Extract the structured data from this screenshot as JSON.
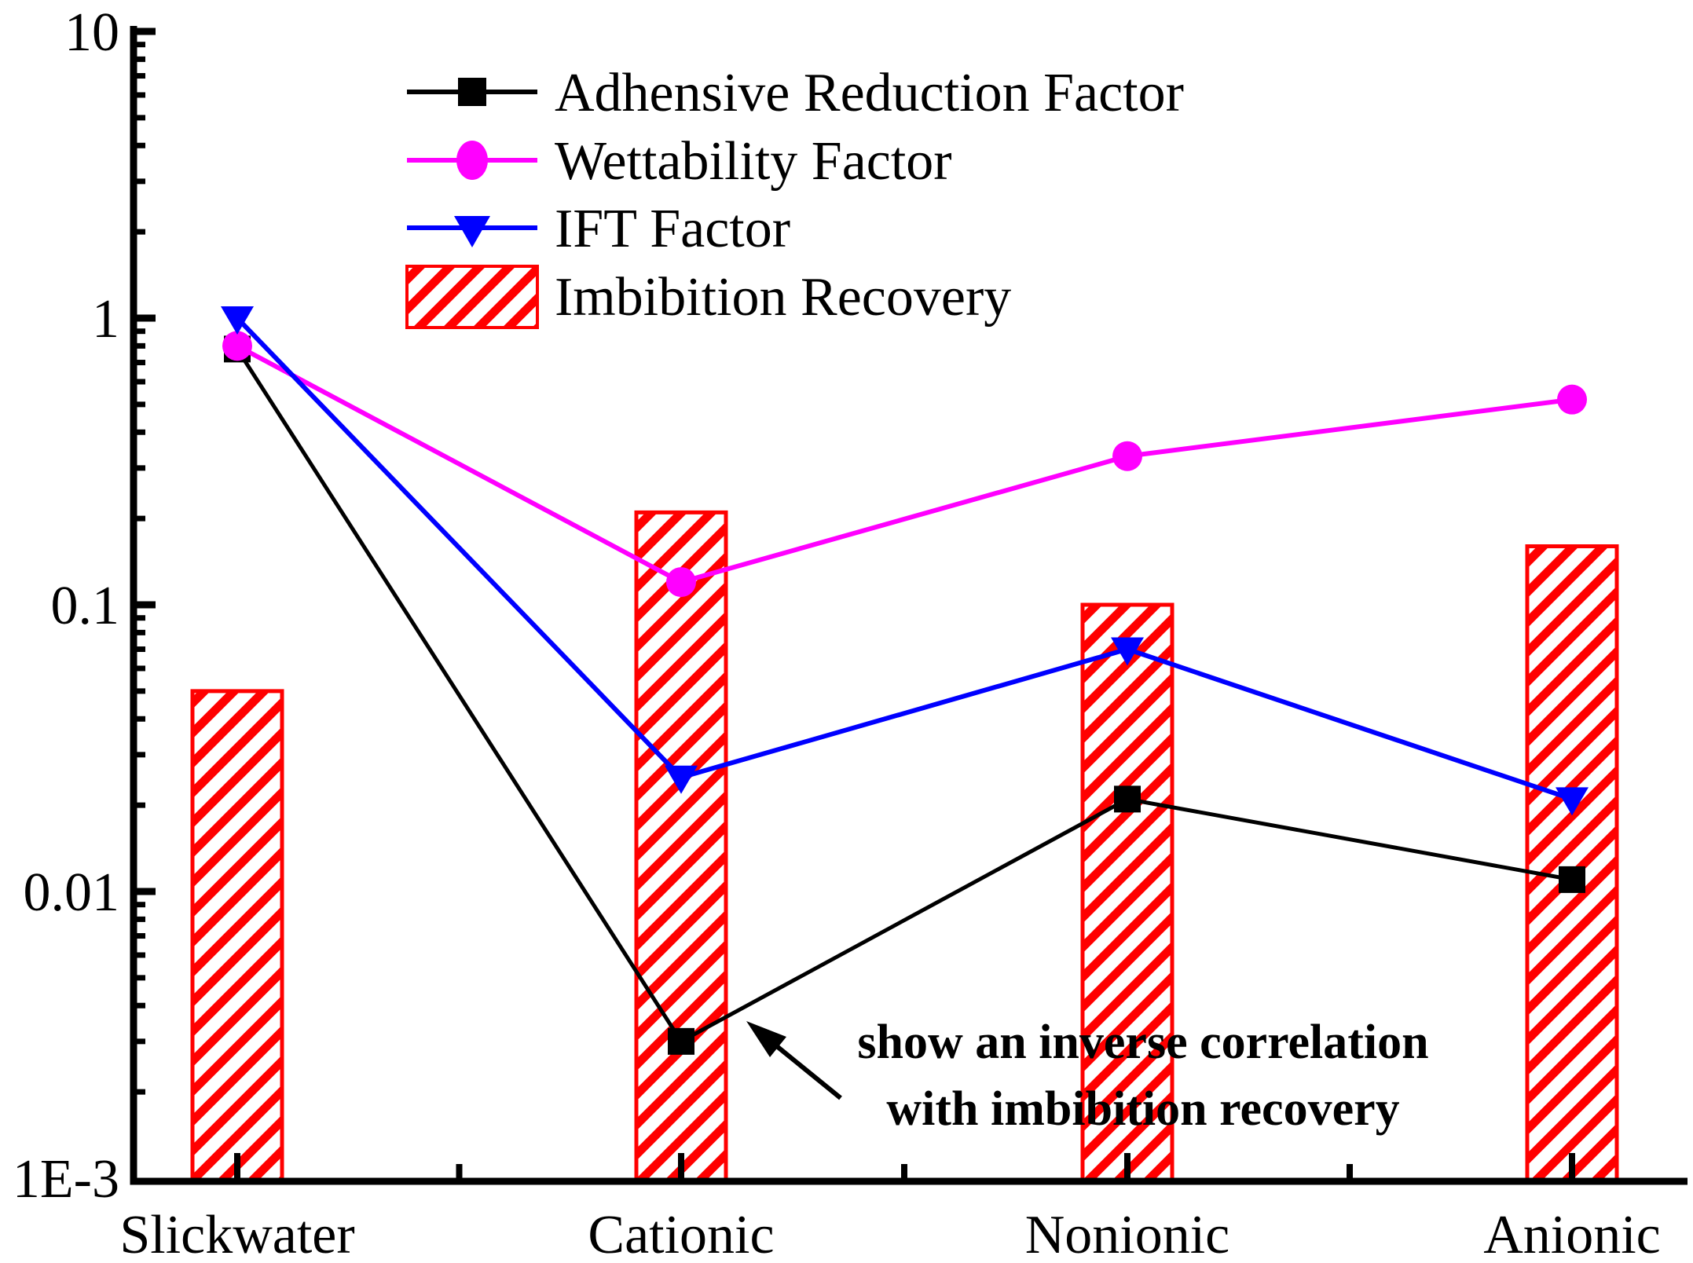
{
  "figure": {
    "background": "#FFFFFF",
    "accent_red": "#FF0000",
    "accent_magenta": "#FF00FF",
    "accent_blue": "#0000FF",
    "accent_black": "#000000"
  },
  "chart_data": {
    "type": "combo-log-line-bar",
    "categories": [
      "Slickwater",
      "Cationic",
      "Nonionic",
      "Anionic"
    ],
    "series": [
      {
        "name": "Adhensive Reduction Factor",
        "type": "line",
        "marker": "square",
        "color": "#000000",
        "values": [
          0.78,
          0.003,
          0.021,
          0.011
        ]
      },
      {
        "name": "Wettability Factor",
        "type": "line",
        "marker": "circle",
        "color": "#FF00FF",
        "values": [
          0.8,
          0.12,
          0.33,
          0.52
        ]
      },
      {
        "name": "IFT Factor",
        "type": "line",
        "marker": "triangle-down",
        "color": "#0000FF",
        "values": [
          1.0,
          0.025,
          0.07,
          0.021
        ]
      },
      {
        "name": "Imbibition Recovery",
        "type": "bar",
        "marker": "hatched-rect",
        "color": "#FF0000",
        "fill": "diagonal-hatch",
        "values": [
          0.05,
          0.21,
          0.1,
          0.16
        ]
      }
    ],
    "y_axis": {
      "scale": "log",
      "min": 0.001,
      "max": 10,
      "ticks": [
        {
          "value": 10,
          "label": "10"
        },
        {
          "value": 1,
          "label": "1"
        },
        {
          "value": 0.1,
          "label": "0.1"
        },
        {
          "value": 0.01,
          "label": "0.01"
        },
        {
          "value": 0.001,
          "label": "1E-3"
        }
      ],
      "minor_ticks": true
    },
    "x_axis": {
      "labels": [
        "Slickwater",
        "Cationic",
        "Nonionic",
        "Anionic"
      ]
    },
    "legend": {
      "position": "top-left-inside"
    },
    "annotation": {
      "line1": "show an inverse correlation",
      "line2": "with imbibition recovery"
    },
    "grid": "off"
  }
}
